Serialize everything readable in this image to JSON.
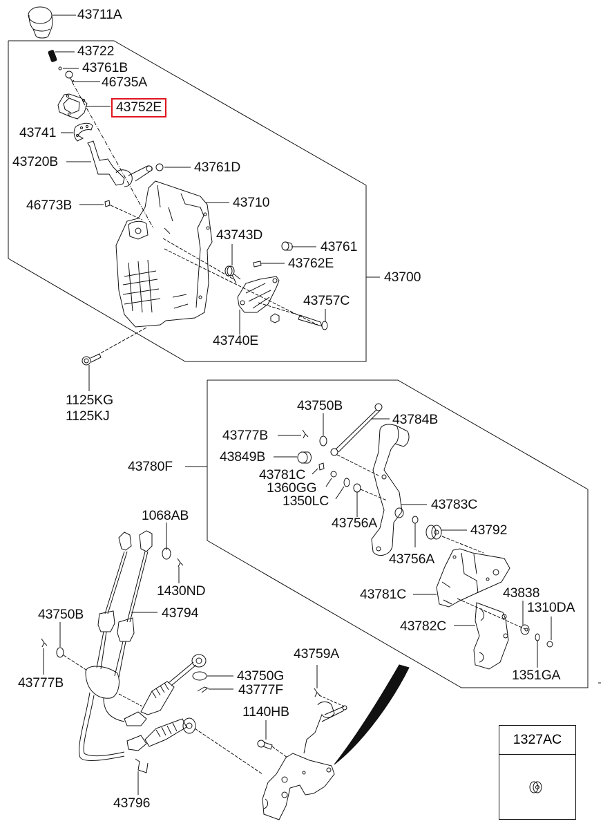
{
  "diagram": {
    "title": "Shift lever & cable assembly exploded parts diagram",
    "highlight_color": "#e0141e",
    "line_color": "#111111",
    "highlighted_part": "43752E"
  },
  "labels": {
    "p43711A": "43711A",
    "p43722": "43722",
    "p43761B": "43761B",
    "p46735A": "46735A",
    "p43752E": "43752E",
    "p43741": "43741",
    "p43720B": "43720B",
    "p43761D": "43761D",
    "p46773B": "46773B",
    "p43710": "43710",
    "p43743D": "43743D",
    "p43761": "43761",
    "p43762E": "43762E",
    "p43700": "43700",
    "p43757C": "43757C",
    "p43740E": "43740E",
    "p1125KG": "1125KG",
    "p1125KJ": "1125KJ",
    "p43750B_top": "43750B",
    "p43784B": "43784B",
    "p43777B_top": "43777B",
    "p43780F": "43780F",
    "p43849B": "43849B",
    "p43781C_a": "43781C",
    "p1360GG": "1360GG",
    "p1350LC": "1350LC",
    "p43783C": "43783C",
    "p43756A_a": "43756A",
    "p43792": "43792",
    "p43756A_b": "43756A",
    "p43781C_b": "43781C",
    "p43838": "43838",
    "p1310DA": "1310DA",
    "p43782C": "43782C",
    "p1351GA": "1351GA",
    "p1068AB": "1068AB",
    "p1430ND": "1430ND",
    "p43750B_low": "43750B",
    "p43794": "43794",
    "p43777B_low": "43777B",
    "p43759A": "43759A",
    "p43750G": "43750G",
    "p43777F": "43777F",
    "p1140HB": "1140HB",
    "p43796": "43796",
    "p1327AC": "1327AC"
  }
}
